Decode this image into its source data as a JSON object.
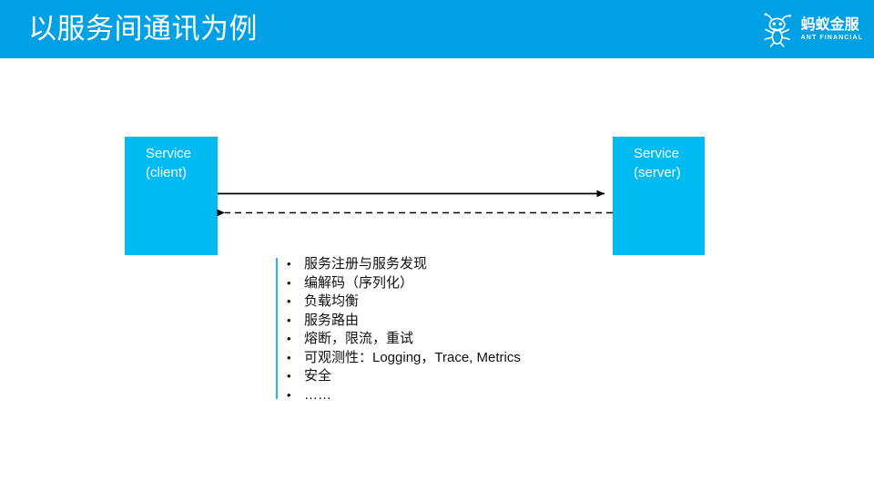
{
  "slide": {
    "title": "以服务间通讯为例",
    "background_color": "#ffffff"
  },
  "header": {
    "background_color": "#00a0e4",
    "title": "以服务间通讯为例",
    "logo": {
      "icon": "ant-mascot-icon",
      "name_cn": "蚂蚁金服",
      "name_en": "ANT FINANCIAL",
      "color": "#ffffff"
    }
  },
  "diagram": {
    "box_color": "#00bbf2",
    "boxes": [
      {
        "id": "client",
        "label": "Service\n(client)"
      },
      {
        "id": "server",
        "label": "Service\n(server)"
      }
    ],
    "connectors": [
      {
        "id": "request",
        "style": "solid",
        "direction": "right",
        "color": "#000000"
      },
      {
        "id": "response",
        "style": "dashed",
        "direction": "left",
        "color": "#000000"
      }
    ]
  },
  "bullets": {
    "rule_color": "#22b6ea",
    "items": [
      {
        "text": "服务注册与服务发现"
      },
      {
        "text": "编解码（序列化）"
      },
      {
        "text": "负载均衡"
      },
      {
        "text": "服务路由"
      },
      {
        "text": "熔断，限流，重试"
      },
      {
        "text": "可观测性：Logging，Trace, Metrics"
      },
      {
        "text": "安全"
      },
      {
        "text": "……"
      }
    ]
  }
}
